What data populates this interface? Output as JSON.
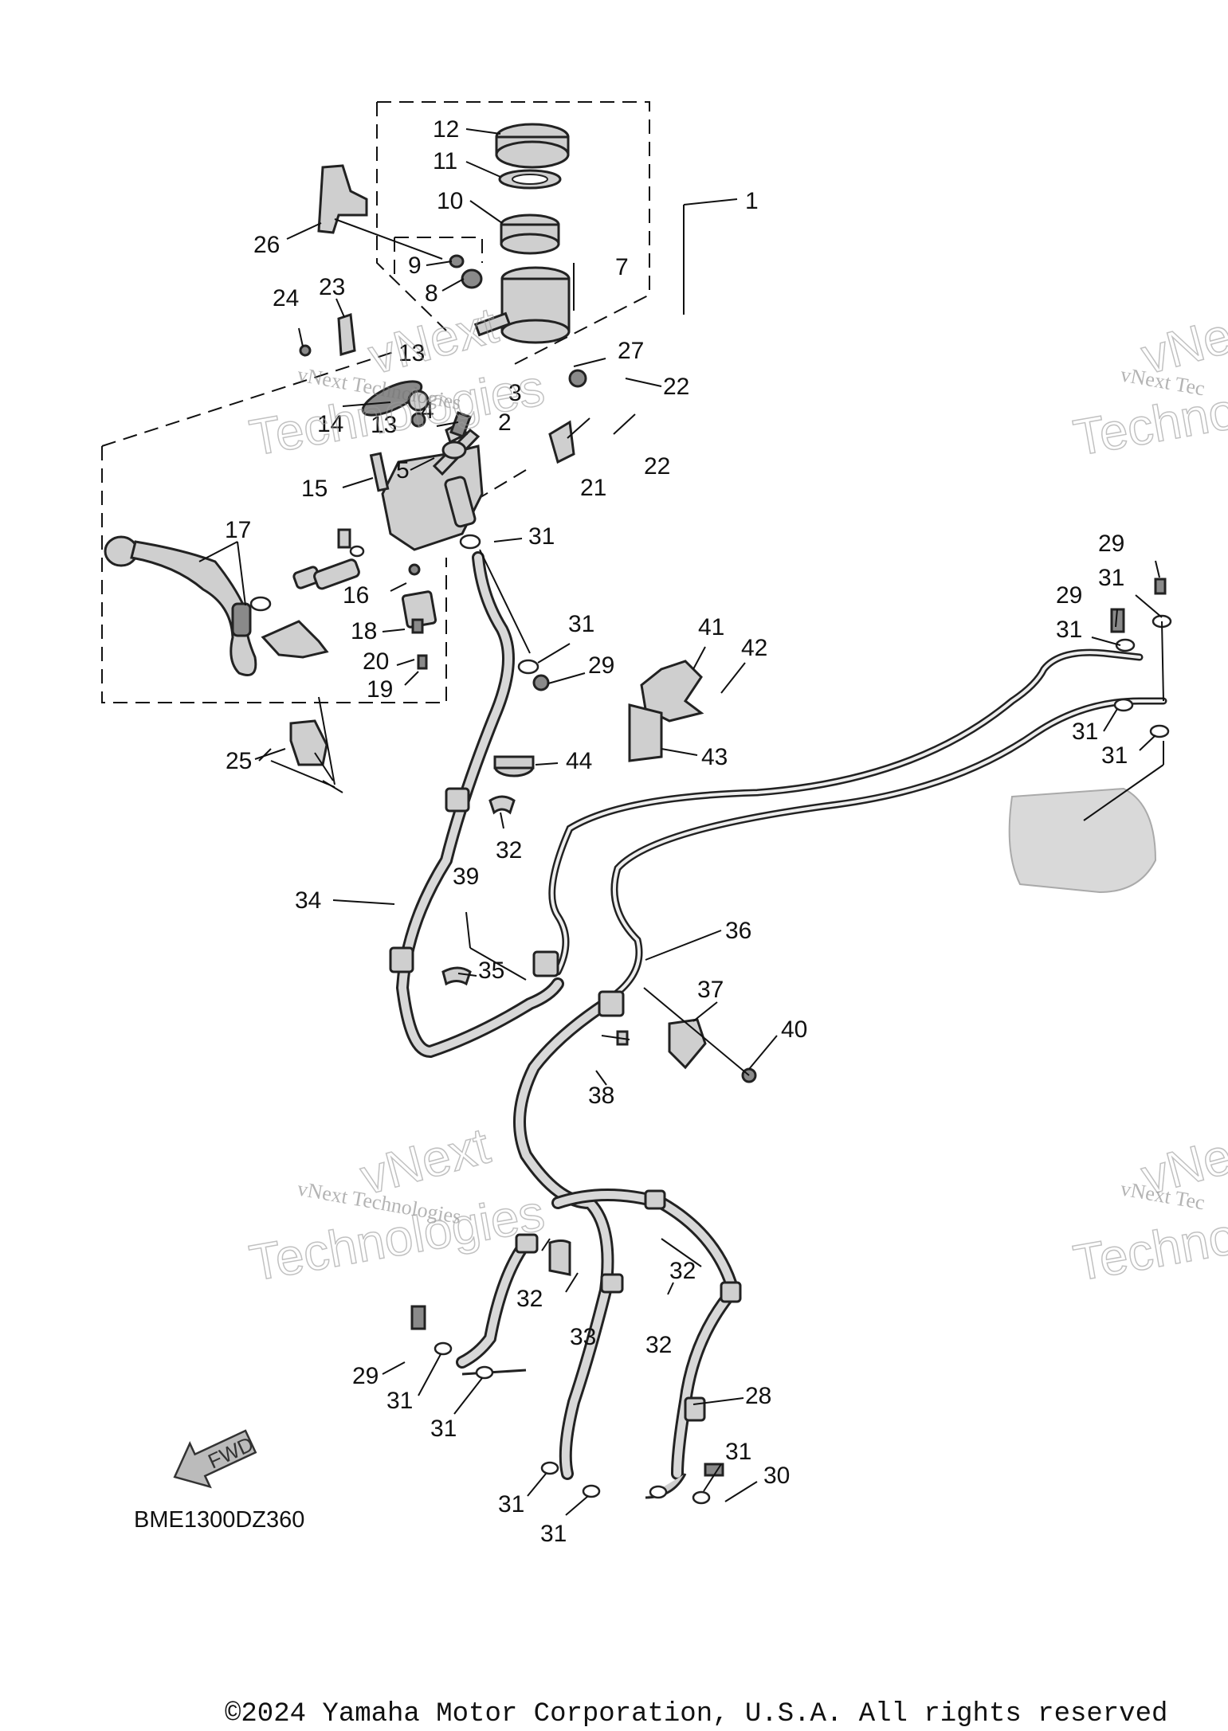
{
  "diagram": {
    "callouts": [
      {
        "label": "12"
      },
      {
        "label": "11"
      },
      {
        "label": "10"
      },
      {
        "label": "1"
      },
      {
        "label": "26"
      },
      {
        "label": "9"
      },
      {
        "label": "8"
      },
      {
        "label": "7"
      },
      {
        "label": "24"
      },
      {
        "label": "23"
      },
      {
        "label": "13"
      },
      {
        "label": "27"
      },
      {
        "label": "22"
      },
      {
        "label": "3"
      },
      {
        "label": "14"
      },
      {
        "label": "13"
      },
      {
        "label": "4"
      },
      {
        "label": "2"
      },
      {
        "label": "5"
      },
      {
        "label": "21"
      },
      {
        "label": "22"
      },
      {
        "label": "15"
      },
      {
        "label": "31"
      },
      {
        "label": "17"
      },
      {
        "label": "16"
      },
      {
        "label": "18"
      },
      {
        "label": "20"
      },
      {
        "label": "19"
      },
      {
        "label": "31"
      },
      {
        "label": "29"
      },
      {
        "label": "41"
      },
      {
        "label": "42"
      },
      {
        "label": "43"
      },
      {
        "label": "25"
      },
      {
        "label": "44"
      },
      {
        "label": "32"
      },
      {
        "label": "34"
      },
      {
        "label": "39"
      },
      {
        "label": "35"
      },
      {
        "label": "36"
      },
      {
        "label": "37"
      },
      {
        "label": "40"
      },
      {
        "label": "38"
      },
      {
        "label": "29"
      },
      {
        "label": "31"
      },
      {
        "label": "29"
      },
      {
        "label": "31"
      },
      {
        "label": "31"
      },
      {
        "label": "31"
      },
      {
        "label": "32"
      },
      {
        "label": "32"
      },
      {
        "label": "33"
      },
      {
        "label": "32"
      },
      {
        "label": "28"
      },
      {
        "label": "29"
      },
      {
        "label": "31"
      },
      {
        "label": "31"
      },
      {
        "label": "31"
      },
      {
        "label": "31"
      },
      {
        "label": "31"
      },
      {
        "label": "30"
      }
    ],
    "fwd_label": "FWD",
    "diagram_code": "BME1300DZ360",
    "watermarks": [
      {
        "small": "vNext Technologies",
        "big": "Technologies",
        "vnext": "vNext"
      },
      {
        "small": "vNext Tec",
        "big": "Techno",
        "vnext": "vNe"
      },
      {
        "small": "vNext Technologies",
        "big": "Technologies",
        "vnext": "vNext"
      },
      {
        "small": "vNext Tec",
        "big": "Techno",
        "vnext": "vNe"
      }
    ],
    "copyright": "©2024 Yamaha Motor Corporation, U.S.A. All rights reserved"
  }
}
